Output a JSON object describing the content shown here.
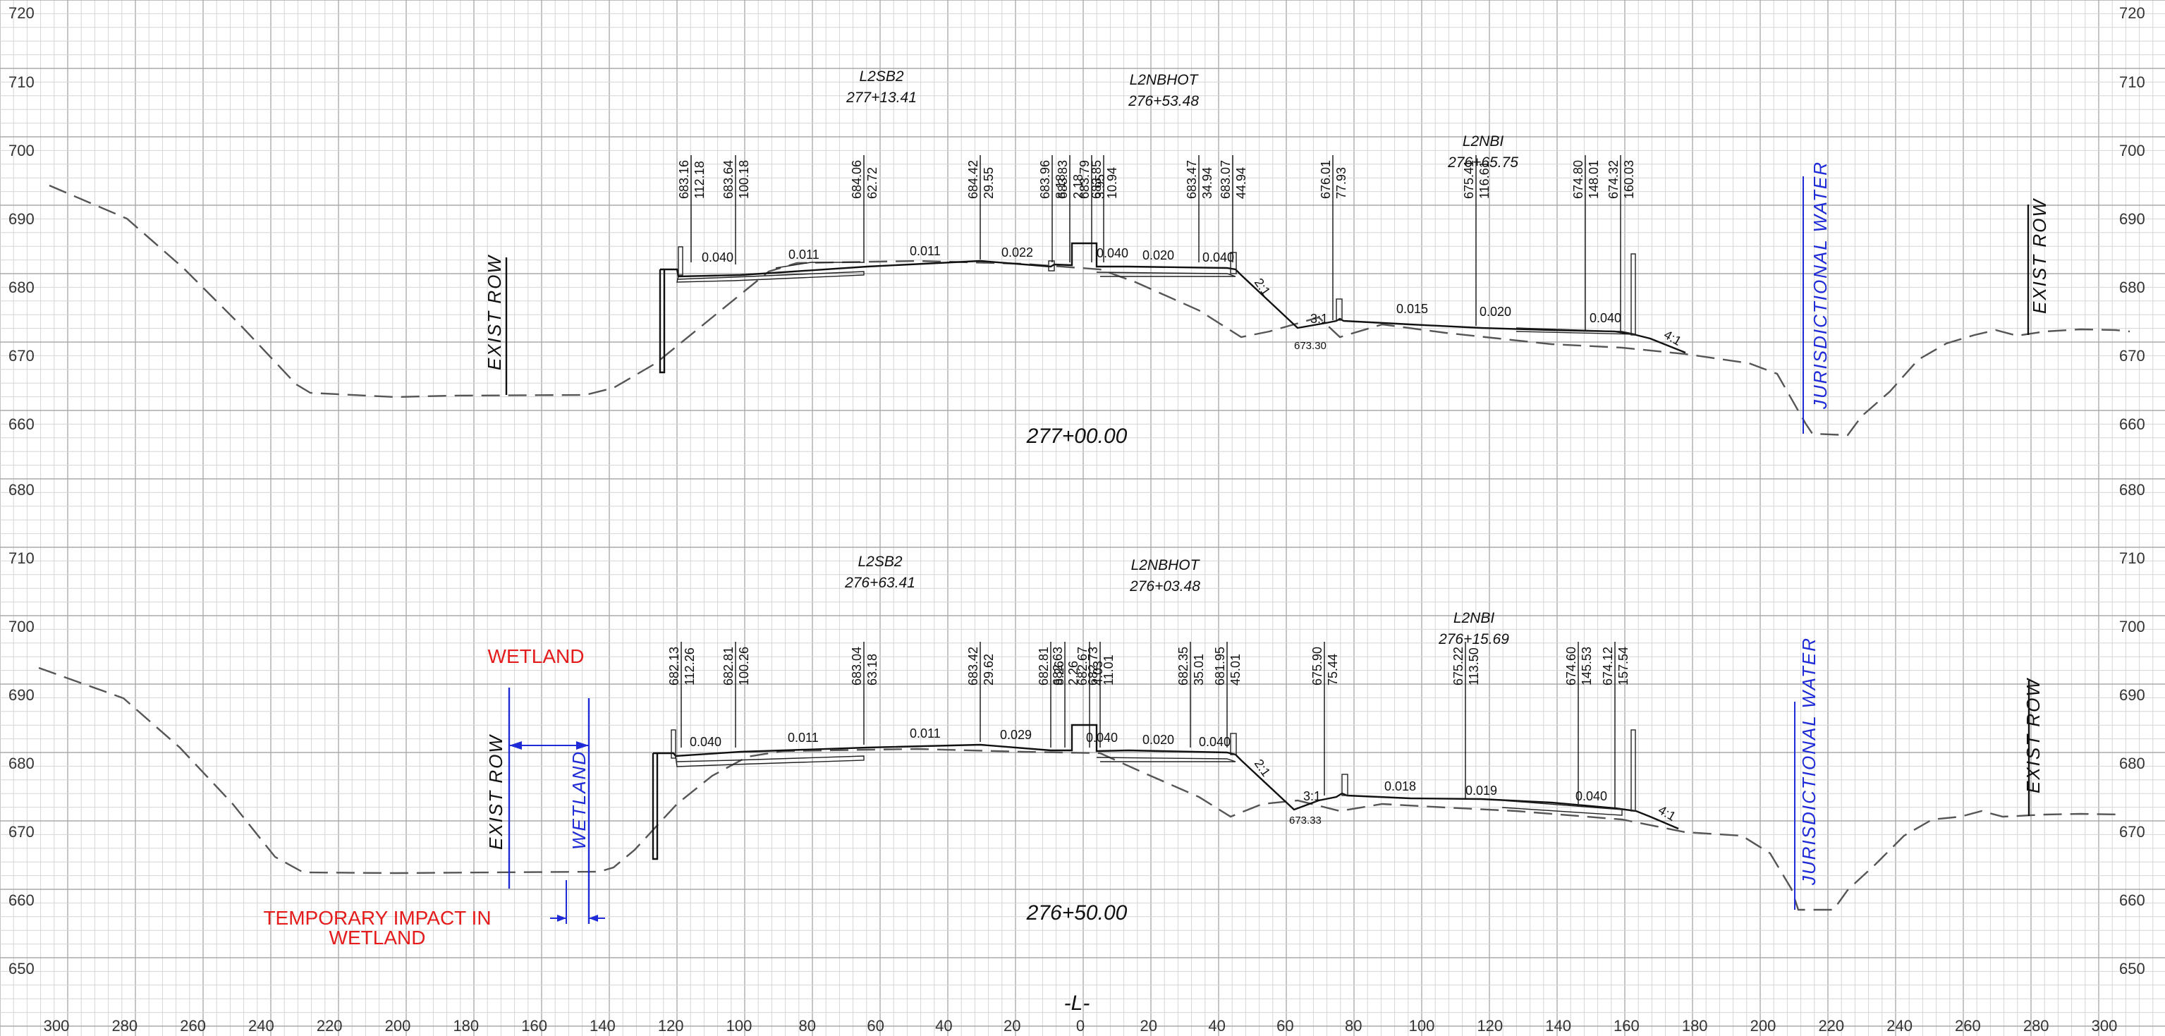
{
  "elev_labels": {
    "top": [
      "720",
      "710",
      "700",
      "690",
      "680",
      "670",
      "660",
      "680"
    ],
    "bottom": [
      "710",
      "700",
      "690",
      "680",
      "670",
      "660",
      "650"
    ],
    "overlap_glyph": "680"
  },
  "offset_labels": [
    "300",
    "280",
    "260",
    "240",
    "220",
    "200",
    "180",
    "160",
    "140",
    "120",
    "100",
    "80",
    "60",
    "40",
    "20",
    "0",
    "20",
    "40",
    "60",
    "80",
    "100",
    "120",
    "140",
    "160",
    "180",
    "200",
    "220",
    "240",
    "260",
    "280",
    "300"
  ],
  "centerline_label": "-L-",
  "sections": [
    {
      "station": "277+00.00",
      "alignments": [
        {
          "name": "L2SB2",
          "station": "277+13.41"
        },
        {
          "name": "L2NBHOT",
          "station": "276+53.48"
        },
        {
          "name": "L2NBI",
          "station": "276+65.75"
        }
      ],
      "callouts": [
        {
          "elev": "683.16",
          "off": "112.18"
        },
        {
          "elev": "683.64",
          "off": "100.18"
        },
        {
          "elev": "684.06",
          "off": "62.72"
        },
        {
          "elev": "684.42",
          "off": "29.55"
        },
        {
          "elev": "683.96",
          "off": "8.18"
        },
        {
          "elev": "683.83",
          "off": "2.18"
        },
        {
          "elev": "683.79",
          "off": "3.95"
        },
        {
          "elev": "683.85",
          "off": "10.94"
        },
        {
          "elev": "683.47",
          "off": "34.94"
        },
        {
          "elev": "683.07",
          "off": "44.94"
        },
        {
          "elev": "676.01",
          "off": "77.93"
        },
        {
          "elev": "675.41",
          "off": "116.61"
        },
        {
          "elev": "674.80",
          "off": "148.01"
        },
        {
          "elev": "674.32",
          "off": "160.03"
        }
      ],
      "slopes": [
        "0.040",
        "0.011",
        "0.011",
        "0.022",
        "0.040",
        "0.020",
        "0.040",
        "0.015",
        "0.020",
        "0.040"
      ],
      "side_slopes": [
        "2:1",
        "3:1",
        "4:1"
      ],
      "low_point": "673.30",
      "exist_row": "EXIST ROW",
      "jurisdictional": "JURISDICTIONAL WATER"
    },
    {
      "station": "276+50.00",
      "alignments": [
        {
          "name": "L2SB2",
          "station": "276+63.41"
        },
        {
          "name": "L2NBHOT",
          "station": "276+03.48"
        },
        {
          "name": "L2NBI",
          "station": "276+15.69"
        }
      ],
      "callouts": [
        {
          "elev": "682.13",
          "off": "112.26"
        },
        {
          "elev": "682.81",
          "off": "100.26"
        },
        {
          "elev": "683.04",
          "off": "63.18"
        },
        {
          "elev": "683.42",
          "off": "29.62"
        },
        {
          "elev": "682.81",
          "off": "8.26"
        },
        {
          "elev": "682.63",
          "off": "2.26"
        },
        {
          "elev": "682.67",
          "off": "4.03"
        },
        {
          "elev": "682.73",
          "off": "11.01"
        },
        {
          "elev": "682.35",
          "off": "35.01"
        },
        {
          "elev": "681.95",
          "off": "45.01"
        },
        {
          "elev": "675.90",
          "off": "75.44"
        },
        {
          "elev": "675.22",
          "off": "113.50"
        },
        {
          "elev": "674.60",
          "off": "145.53"
        },
        {
          "elev": "674.12",
          "off": "157.54"
        }
      ],
      "slopes": [
        "0.040",
        "0.011",
        "0.011",
        "0.029",
        "0.040",
        "0.020",
        "0.040",
        "0.018",
        "0.019",
        "0.040"
      ],
      "side_slopes": [
        "2:1",
        "3:1",
        "4:1"
      ],
      "low_point": "673.33",
      "exist_row": "EXIST ROW",
      "jurisdictional": "JURISDICTIONAL WATER",
      "wetland_title": "WETLAND",
      "wetland_label": "WETLAND",
      "temp_impact_line1": "TEMPORARY IMPACT IN",
      "temp_impact_line2": "WETLAND"
    }
  ],
  "colors": {
    "impact_red": "#e41c1c",
    "water_blue": "#1e2bd6",
    "grid_minor": "#d6d6d6",
    "grid_major": "#aaaaaa"
  }
}
